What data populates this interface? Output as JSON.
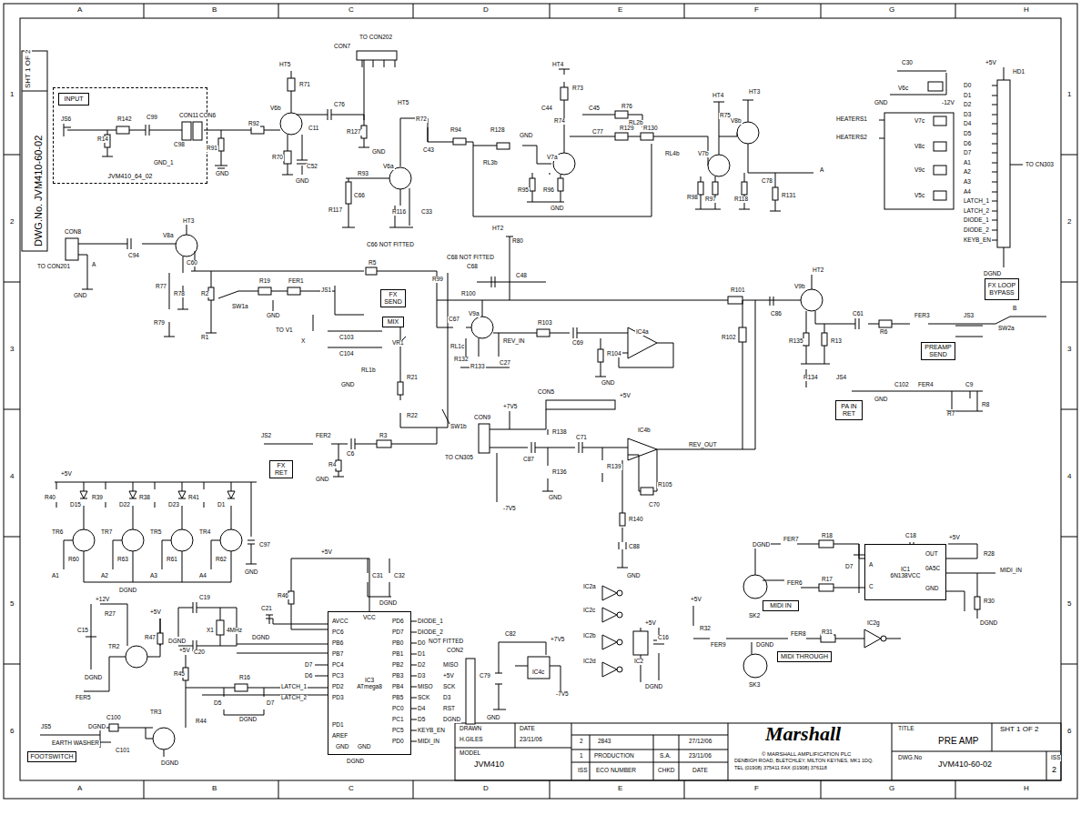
{
  "diagram": {
    "nodes": [
      {
        "text": [
          "JVM410_64_02"
        ]
      },
      {
        "text": [
          "INPUT"
        ],
        "in": 0
      },
      {
        "text": [
          "FX SEND"
        ]
      },
      {
        "text": [
          "MIX"
        ]
      },
      {
        "text": [
          "FX RET"
        ]
      },
      {
        "text": [
          "FX LOOP BYPASS"
        ]
      },
      {
        "text": [
          "PREAMP SEND"
        ]
      },
      {
        "text": [
          "PA IN RET"
        ]
      },
      {
        "text": [
          "FOOTSWITCH"
        ]
      },
      {
        "text": [
          "MIDI IN"
        ]
      },
      {
        "text": [
          "MIDI THROUGH"
        ]
      },
      {
        "text": [
          "IC3",
          "ATmega8"
        ]
      },
      {
        "text": [
          "IC1",
          "6N138VCC"
        ]
      }
    ],
    "labels": [
      "A",
      "B",
      "C",
      "D",
      "E",
      "F",
      "G",
      "H",
      "A",
      "B",
      "C",
      "D",
      "E",
      "F",
      "G",
      "H",
      "1",
      "2",
      "3",
      "4",
      "5",
      "6",
      "1",
      "2",
      "3",
      "4",
      "5",
      "6",
      "SHT 1 OF 2",
      "DWG.No. JVM410-60-02",
      "JS6",
      "R142",
      "C99",
      "CON11",
      "CON6",
      "R14",
      "C98",
      "GND_1",
      "R91",
      "R92",
      "GND",
      "HT5",
      "R71",
      "V6b",
      "C11",
      "C76",
      "CON7",
      "TO CON202",
      "R127",
      "R70",
      "C52",
      "GND",
      "GND",
      "HT5",
      "R72",
      "C43",
      "R94",
      "R128",
      "GND",
      "RL3b",
      "R93",
      "V6a",
      "R117",
      "C66",
      "R116",
      "C33",
      "C66 NOT FITTED",
      "R95",
      "R96",
      "HT4",
      "R73",
      "C44",
      "C45",
      "R76",
      "RL2b",
      "R74",
      "V7a",
      "C77",
      "R129",
      "R130",
      "RL4b",
      "V7b",
      "R98",
      "R97",
      "R118",
      "HT4",
      "HT3",
      "R75",
      "V8b",
      "C78",
      "R131",
      "A",
      "GND",
      "C30",
      "V6c",
      "GND",
      "-12V",
      "HEATERS1",
      "HEATERS2",
      "V7c",
      "V8c",
      "V9c",
      "V5c",
      "+5V",
      "HD1",
      "TO CN303",
      "DGND",
      "D0",
      "D1",
      "D2",
      "D3",
      "D4",
      "D5",
      "D6",
      "D7",
      "A1",
      "A2",
      "A3",
      "A4",
      "LATCH_1",
      "LATCH_2",
      "DIODE_1",
      "DIODE_2",
      "KEYB_EN",
      "CON8",
      "TO CON201",
      "A",
      "GND",
      "HT3",
      "V8a",
      "C94",
      "C60",
      "R77",
      "R78",
      "R2",
      "SW1a",
      "R19",
      "FER1",
      "JS1",
      "R5",
      "R79",
      "R1",
      "C103",
      "C104",
      "TO V1",
      "X",
      "VR1",
      "RL1b",
      "RL1c",
      "R21",
      "R22",
      "SW1b",
      "GND",
      "GND",
      "R99",
      "C68 NOT FITTED",
      "HT2",
      "R80",
      "C68",
      "R100",
      "C48",
      "C67",
      "V9a",
      "REV_IN",
      "R103",
      "C69",
      "R104",
      "IC4a",
      "GND",
      "R132",
      "R133",
      "C27",
      "R101",
      "R102",
      "C86",
      "V9b",
      "HT2",
      "B",
      "SW2a",
      "R135",
      "R13",
      "C61",
      "R6",
      "FER3",
      "JS3",
      "R134",
      "JS4",
      "C102",
      "FER4",
      "R7",
      "C9",
      "R8",
      "GND",
      "JS2",
      "FER2",
      "C6",
      "R3",
      "R4",
      "GND",
      "+7V5",
      "CON9",
      "TO CN305",
      "CON5",
      "+5V",
      "R138",
      "C87",
      "R136",
      "C71",
      "R139",
      "IC4b",
      "REV_OUT",
      "R105",
      "C70",
      "R140",
      "C88",
      "-7V5",
      "GND",
      "GND",
      "+5V",
      "R40",
      "D15",
      "R39",
      "D22",
      "R38",
      "D23",
      "R41",
      "D1",
      "TR6",
      "TR7",
      "TR5",
      "TR4",
      "C97",
      "A1",
      "A2",
      "A3",
      "A4",
      "GND",
      "DGND",
      "R60",
      "R63",
      "R61",
      "R62",
      "AVCC",
      "PC6",
      "PB6",
      "PB7",
      "PC4",
      "PC3",
      "PD2",
      "PD3",
      "PD1",
      "AREF",
      "PD6",
      "PD7",
      "PB0",
      "PB1",
      "PB2",
      "PB3",
      "PB4",
      "PB5",
      "PC0",
      "PC1",
      "PC5",
      "PD0",
      "VCC",
      "GND",
      "GND",
      "DGND",
      "DIODE_1",
      "DIODE_2",
      "D0",
      "D1",
      "D2",
      "D3",
      "MISO",
      "SCK",
      "D4",
      "D5",
      "KEYB_EN",
      "MIDI_IN",
      "D7",
      "D6",
      "LATCH_1",
      "LATCH_2",
      "+5V",
      "R46",
      "C31",
      "C32",
      "DGND",
      "C21",
      "DGND",
      "C19",
      "C20",
      "X1",
      "4MHz",
      "DGND",
      "+12V",
      "C15",
      "R27",
      "DGND",
      "TR2",
      "+5V",
      "R47",
      "+5V",
      "R45",
      "R16",
      "D5",
      "D7",
      "DGND",
      "R44",
      "TR3",
      "DGND",
      "FER5",
      "C100",
      "C101",
      "JS5",
      "DGND",
      "EARTH WASHER",
      "NOT FITTED",
      "CON2",
      "MISO",
      "+5V",
      "SCK",
      "D3",
      "RST",
      "DGND",
      "C82",
      "+7V5",
      "C79",
      "IC4c",
      "-7V5",
      "GND",
      "IC2a",
      "IC2c",
      "IC2b",
      "IC2d",
      "+5V",
      "IC2",
      "C16",
      "DGND",
      "C18",
      "+5V",
      "R28",
      "MIDI_IN",
      "R30",
      "DGND",
      "FER7",
      "R18",
      "DGND",
      "D7",
      "FER6",
      "R17",
      "SK2",
      "+5V",
      "R32",
      "FER9",
      "DGND",
      "FER8",
      "R31",
      "IC2g",
      "SK3",
      "A",
      "C",
      "OUT",
      "0A5C",
      "GND",
      "DRAWN",
      "H.GILES",
      "DATE",
      "23/11/06",
      "MODEL",
      "JVM410",
      "2",
      "2843",
      "27/12/06",
      "1",
      "PRODUCTION",
      "S.A.",
      "23/11/06",
      "ISS",
      "ECO NUMBER",
      "CHKD",
      "DATE",
      "Marshall",
      "© MARSHALL AMPLIFICATION PLC",
      "DENBIGH ROAD, BLETCHLEY, MILTON KEYNES, MK1 1DQ.",
      "TEL (01908) 375411 FAX (01908) 376118",
      "TITLE",
      "SHT 1 OF 2",
      "PRE AMP",
      "DWG.No",
      "JVM410-60-02",
      "ISS",
      "2"
    ]
  }
}
